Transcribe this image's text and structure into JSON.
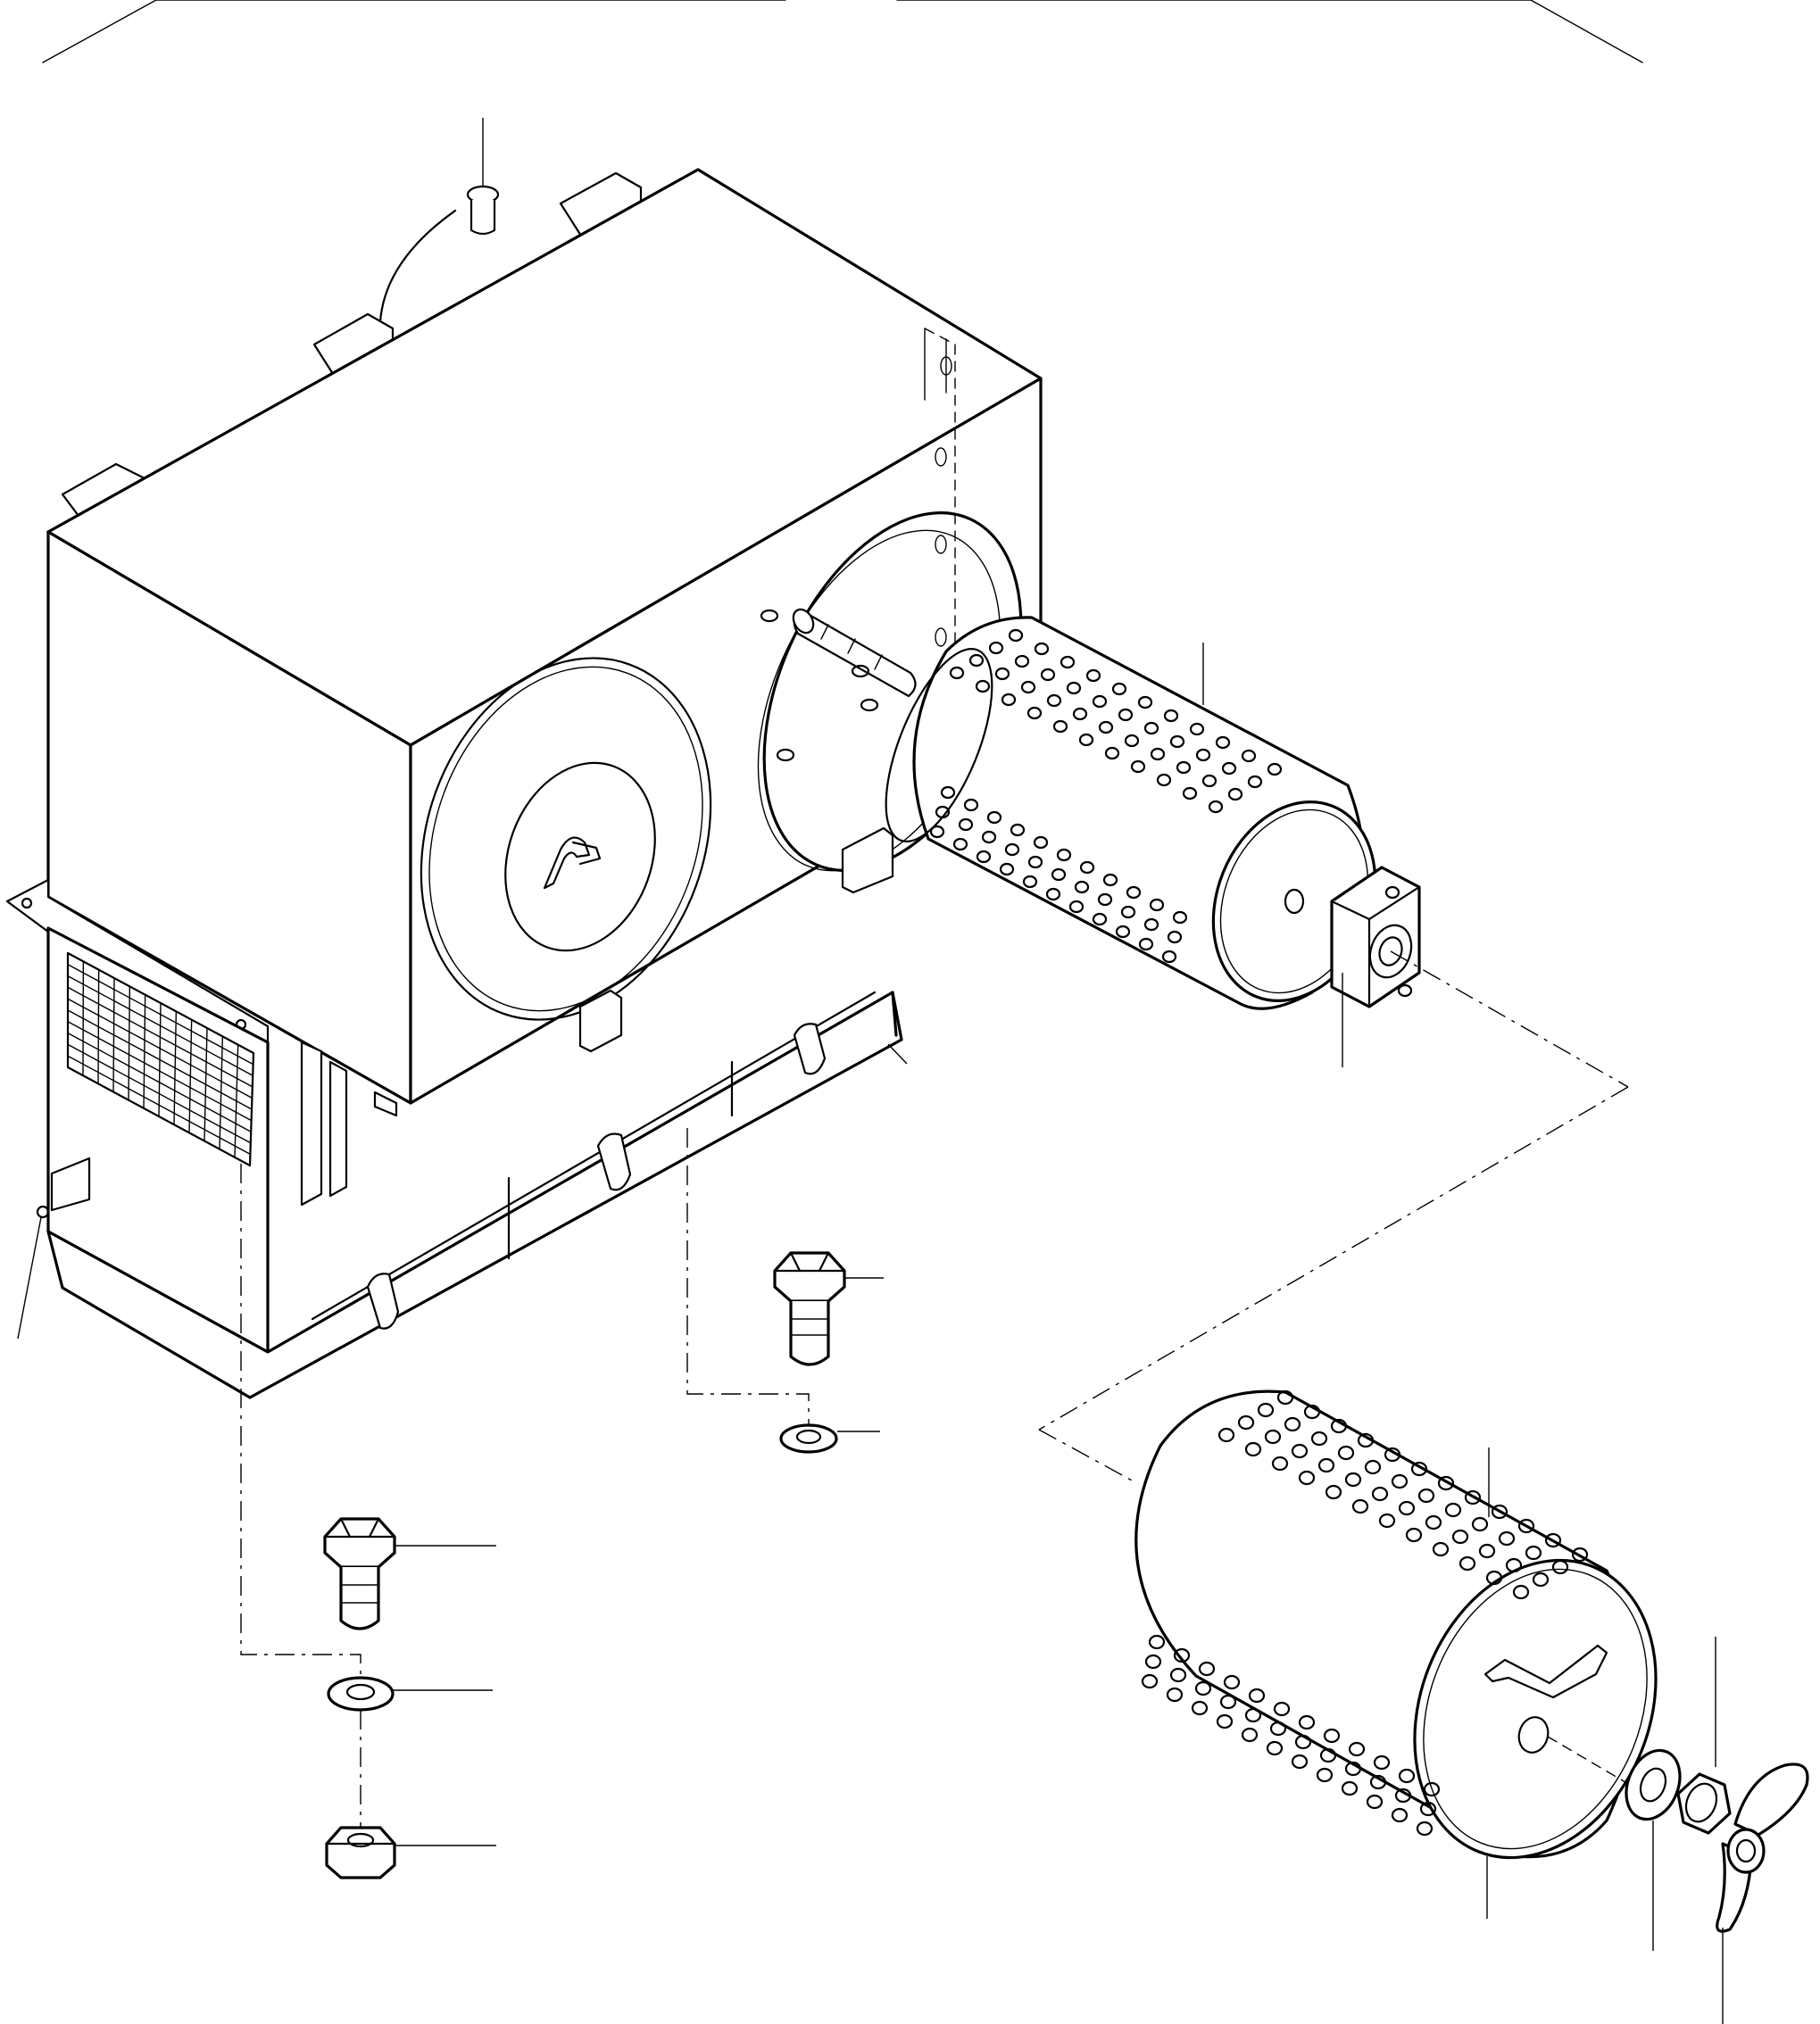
{
  "diagram": {
    "type": "exploded-parts-drawing",
    "label_text": "",
    "parts": [
      {
        "id": "frame-corner-marks",
        "kind": "border"
      },
      {
        "id": "grease-fitting",
        "kind": "fitting"
      },
      {
        "id": "gearbox-housing",
        "kind": "housing"
      },
      {
        "id": "mounting-flange",
        "kind": "flange"
      },
      {
        "id": "small-perforated-drum",
        "kind": "perforated-cylinder"
      },
      {
        "id": "drum-bearing-block",
        "kind": "bearing-block"
      },
      {
        "id": "base-frame",
        "kind": "frame"
      },
      {
        "id": "vent-grille",
        "kind": "grille"
      },
      {
        "id": "hex-bolt-upper",
        "kind": "bolt"
      },
      {
        "id": "washer-upper",
        "kind": "washer"
      },
      {
        "id": "hex-bolt-lower",
        "kind": "bolt"
      },
      {
        "id": "washer-lower",
        "kind": "washer"
      },
      {
        "id": "hex-nut-lower",
        "kind": "nut"
      },
      {
        "id": "large-perforated-drum",
        "kind": "perforated-cylinder"
      },
      {
        "id": "end-washer",
        "kind": "washer"
      },
      {
        "id": "end-nut",
        "kind": "nut"
      },
      {
        "id": "wing-nut",
        "kind": "wing-nut"
      }
    ],
    "callout_leaders": 16
  }
}
